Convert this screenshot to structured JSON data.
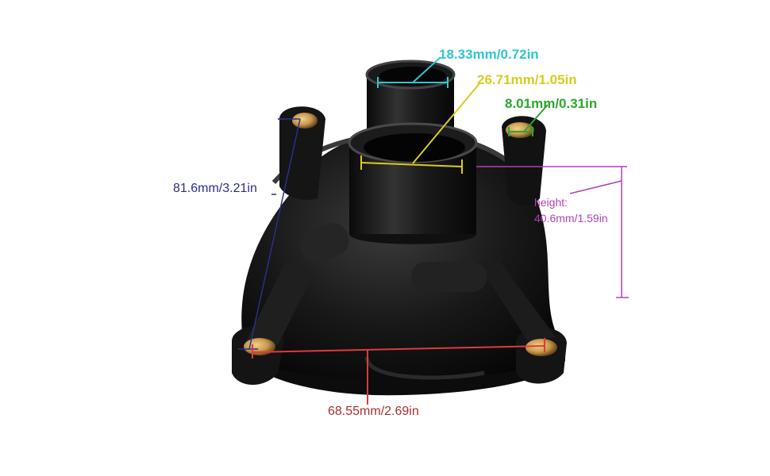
{
  "dimensions": {
    "small_bore": {
      "text": "18.33mm/0.72in",
      "color": "#2ec7cf"
    },
    "large_bore": {
      "text": "26.71mm/1.05in",
      "color": "#d8cc1e"
    },
    "bolt_hole": {
      "text": "8.01mm/0.31in",
      "color": "#2fa62f"
    },
    "diagonal": {
      "text": "81.6mm/3.21in",
      "color": "#2b2f8a"
    },
    "height": {
      "line1": "height:",
      "line2": "40.6mm/1.59in",
      "color": "#b040b5"
    },
    "width": {
      "text": "68.55mm/2.69in",
      "color": "#a83030"
    }
  },
  "part": {
    "body_color": "#141414",
    "highlight_color": "#3a3a3a",
    "insert_color": "#c79a4e"
  }
}
